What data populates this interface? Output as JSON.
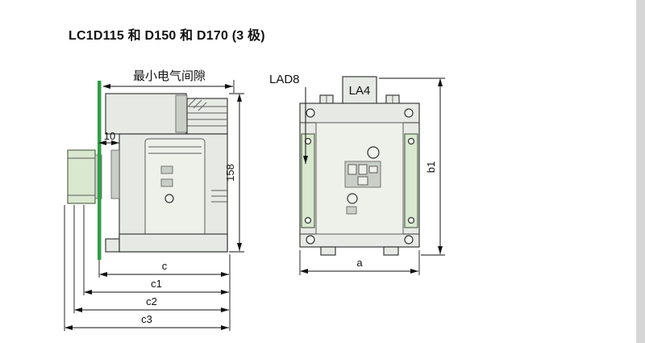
{
  "title": "LC1D115 和 D150 和 D170 (3 极)",
  "side_view": {
    "clearance_label": "最小电气间隙",
    "dim_offset": "10",
    "dim_height": "158",
    "dim_c": "c",
    "dim_c1": "c1",
    "dim_c2": "c2",
    "dim_c3": "c3"
  },
  "front_view": {
    "accessory_label": "LAD8",
    "tab_label": "LA4",
    "dim_b1": "b1",
    "dim_a": "a"
  },
  "colors": {
    "clearance_line_green": "#2f9e44",
    "accessory_green": "#d9e8cf",
    "body_gray_green": "#e7eae4",
    "line_black": "#111111",
    "page_edge_gray": "#d6d6d6"
  }
}
